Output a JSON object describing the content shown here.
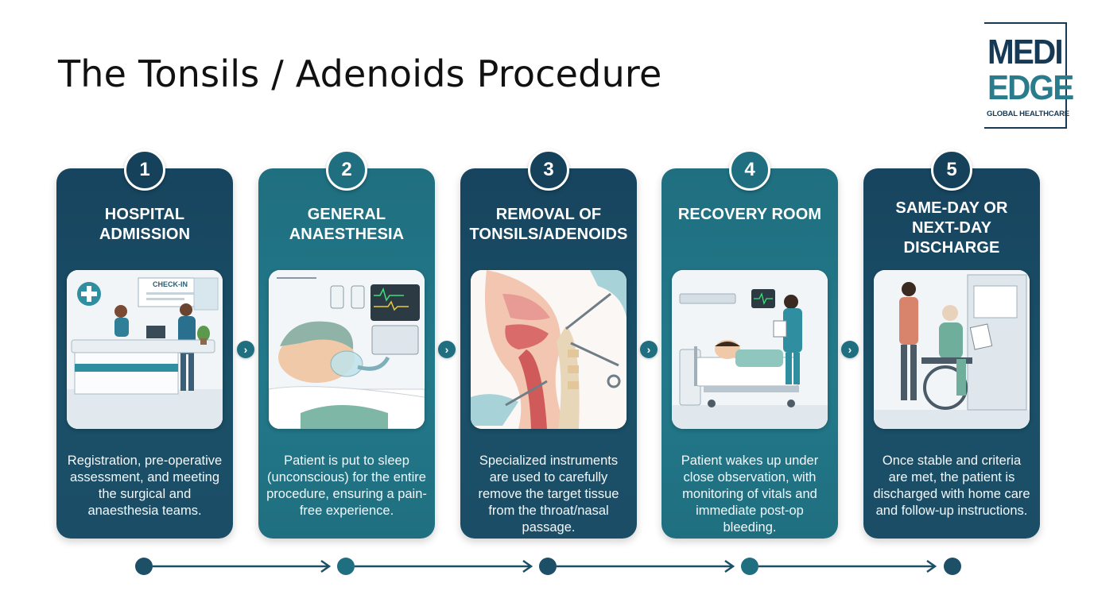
{
  "title": "The Tonsils / Adenoids Procedure",
  "logo": {
    "line1": "MEDI",
    "line2": "EDGE",
    "tagline": "GLOBAL HEALTHCARE"
  },
  "colors": {
    "dark": "#17445e",
    "teal": "#1f6f80",
    "accent": "#2a7c8c"
  },
  "steps": [
    {
      "number": "1",
      "title": "HOSPITAL ADMISSION",
      "scene": "check-in desk",
      "sign": "CHECK-IN",
      "description": "Registration, pre-operative assessment, and meeting the surgical and anaesthesia teams."
    },
    {
      "number": "2",
      "title": "GENERAL ANAESTHESIA",
      "scene": "patient with oxygen mask",
      "description": "Patient is put to sleep (unconscious) for the entire procedure, ensuring a pain-free experience."
    },
    {
      "number": "3",
      "title": "REMOVAL OF TONSILS/ADENOIDS",
      "scene": "throat cross-section with instruments",
      "description": "Specialized instruments are used to carefully remove the target tissue from the throat/nasal passage."
    },
    {
      "number": "4",
      "title": "RECOVERY ROOM",
      "scene": "nurse monitoring patient in bed",
      "description": "Patient wakes up under close observation, with monitoring of vitals and immediate post-op bleeding."
    },
    {
      "number": "5",
      "title": "SAME-DAY OR NEXT-DAY DISCHARGE",
      "scene": "patient in wheelchair leaving",
      "description": "Once stable and criteria are met, the patient is discharged with home care and follow-up instructions."
    }
  ]
}
